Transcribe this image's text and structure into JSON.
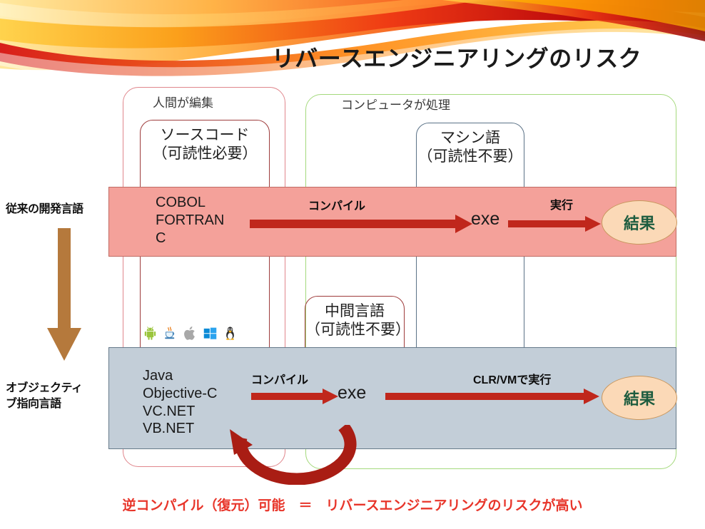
{
  "slide": {
    "title": "リバースエンジニアリングのリスク",
    "caption": "逆コンパイル（復元）可能　＝　リバースエンジニアリングのリスクが高い"
  },
  "zones": {
    "human": {
      "label": "人間が編集",
      "border_color": "#e0868c"
    },
    "computer": {
      "label": "コンピュータが処理",
      "border_color": "#a4d97c"
    }
  },
  "concepts": {
    "source": {
      "line1": "ソースコード",
      "line2": "（可読性必要）",
      "border_color": "#9e3b3b"
    },
    "machine": {
      "line1": "マシン語",
      "line2": "（可読性不要）",
      "border_color": "#5b7287"
    },
    "intermediate": {
      "line1": "中間言語",
      "line2": "（可読性不要）",
      "border_color": "#9e3b3b"
    }
  },
  "rows": {
    "traditional": {
      "label": "従来の開発言語",
      "band_color": "#f4a19a",
      "languages": "COBOL\nFORTRAN\nC",
      "compile_caption": "コンパイル",
      "exe_label": "exe",
      "exec_caption": "実行",
      "result_label": "結果"
    },
    "objectoriented": {
      "label": "オブジェクティ\nブ指向言語",
      "band_color": "#c3ced8",
      "languages": "Java\nObjective-C\nVC.NET\nVB.NET",
      "compile_caption": "コンパイル",
      "exe_label": "exe",
      "exec_caption": "CLR/VMで実行",
      "result_label": "結果"
    }
  },
  "platform_icons": [
    {
      "name": "android-icon",
      "color": "#9bc53d"
    },
    {
      "name": "java-icon",
      "color": "#e76f00"
    },
    {
      "name": "apple-icon",
      "color": "#9b9b9b"
    },
    {
      "name": "windows-icon",
      "color": "#0b8ad6"
    },
    {
      "name": "linux-tux-icon",
      "color": "#2b2b2b"
    }
  ],
  "colors": {
    "arrow_red": "#c0271c",
    "brown_arrow": "#b5793c",
    "result_fill": "#fbd9b7",
    "result_text": "#1d5c3f",
    "caption_red": "#e8352a"
  }
}
